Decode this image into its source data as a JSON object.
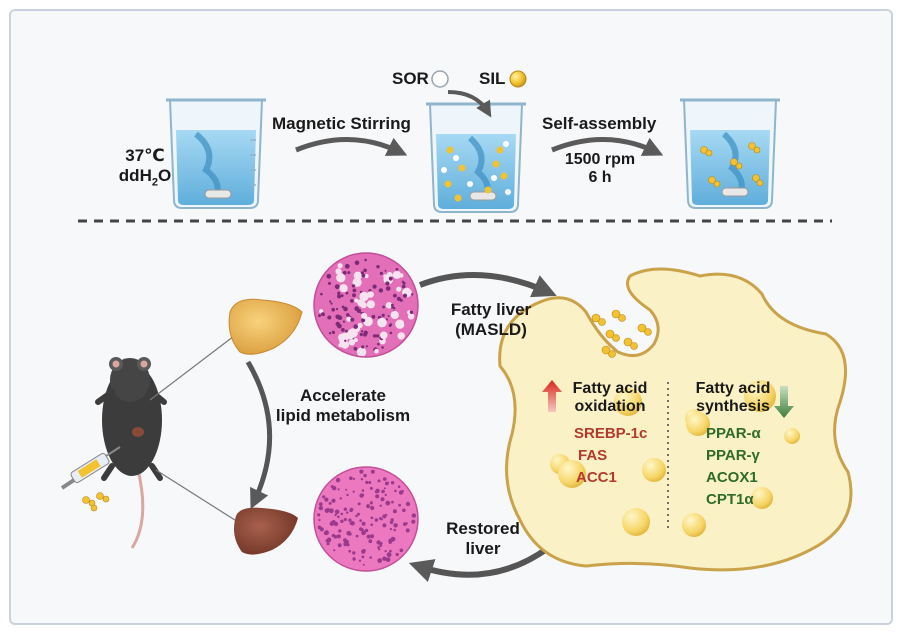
{
  "step_temp": "37℃",
  "step_solvent_base": "ddH",
  "step_solvent_sub": "2",
  "step_solvent_tail": "O",
  "stirring_label": "Magnetic Stirring",
  "sor_label": "SOR",
  "sil_label": "SIL",
  "assembly_label": "Self-assembly",
  "speed_label": "1500 rpm",
  "time_label": "6 h",
  "fatty_liver_line1": "Fatty liver",
  "fatty_liver_line2": "(MASLD)",
  "accelerate_line1": "Accelerate",
  "accelerate_line2": "lipid metabolism",
  "restored_line1": "Restored",
  "restored_line2": "liver",
  "oxidation_line1": "Fatty acid",
  "oxidation_line2": "oxidation",
  "synthesis_line1": "Fatty acid",
  "synthesis_line2": "synthesis",
  "left_genes": [
    "SREBP-1c",
    "FAS",
    "ACC1"
  ],
  "right_genes": [
    "PPAR-α",
    "PPAR-γ",
    "ACOX1",
    "CPT1α"
  ],
  "colors": {
    "water": "#7fc4ea",
    "sil_particle": "#f2c230",
    "cell_fill": "#fbf1c6",
    "cell_border": "#c9a24a",
    "fatty_liver": "#e9b857",
    "restored_liver": "#8a4a3a",
    "up_arrow": "#d9261c",
    "down_arrow": "#3f7d3a"
  }
}
